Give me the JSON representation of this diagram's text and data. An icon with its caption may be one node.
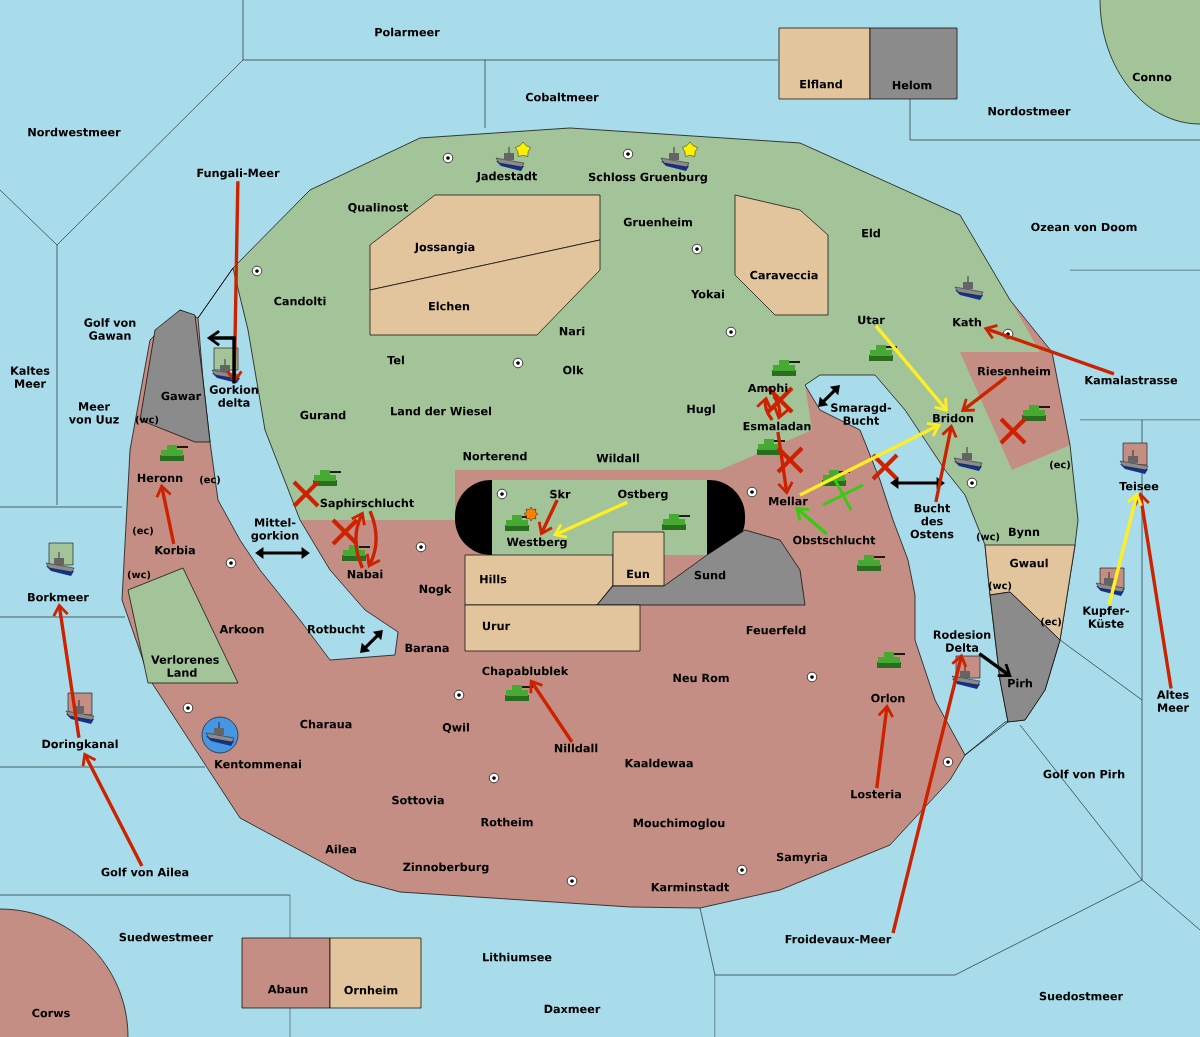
{
  "diagram": {
    "nodes": [
      {
        "text": [
          "Polarmeer"
        ]
      },
      {
        "text": [
          "Cobaltmeer"
        ]
      },
      {
        "text": [
          "Elfland"
        ]
      },
      {
        "text": [
          "Helom"
        ]
      },
      {
        "text": [
          "Conno"
        ]
      },
      {
        "text": [
          "Nordwestmeer"
        ]
      },
      {
        "text": [
          "Nordostmeer"
        ]
      },
      {
        "text": [
          "Fungali-Meer"
        ]
      },
      {
        "text": [
          "Jadestadt"
        ]
      },
      {
        "text": [
          "Schloss Gruenburg"
        ]
      },
      {
        "text": [
          "Qualinost"
        ]
      },
      {
        "text": [
          "Gruenheim"
        ]
      },
      {
        "text": [
          "Eld"
        ]
      },
      {
        "text": [
          "Ozean von Doom"
        ]
      },
      {
        "text": [
          "Jossangia"
        ]
      },
      {
        "text": [
          "Caraveccia"
        ]
      },
      {
        "text": [
          "Yokai"
        ]
      },
      {
        "text": [
          "Candolti"
        ]
      },
      {
        "text": [
          "Elchen"
        ]
      },
      {
        "text": [
          "Golf von Gawan"
        ]
      },
      {
        "text": [
          "Utar"
        ]
      },
      {
        "text": [
          "Kath"
        ]
      },
      {
        "text": [
          "Nari"
        ]
      },
      {
        "text": [
          "Tel"
        ]
      },
      {
        "text": [
          "Olk"
        ]
      },
      {
        "text": [
          "Kaltes Meer"
        ]
      },
      {
        "text": [
          "Riesenheim"
        ]
      },
      {
        "text": [
          "Kamalastrasse"
        ]
      },
      {
        "text": [
          "Gawar"
        ]
      },
      {
        "text": [
          "Gorkion delta"
        ]
      },
      {
        "text": [
          "Amphi"
        ]
      },
      {
        "text": [
          "Meer von Uuz"
        ]
      },
      {
        "text": [
          "Gurand"
        ]
      },
      {
        "text": [
          "Land der Wiesel"
        ]
      },
      {
        "text": [
          "Hugl"
        ]
      },
      {
        "text": [
          "Smaragd-Bucht"
        ]
      },
      {
        "text": [
          "Bridon"
        ]
      },
      {
        "text": [
          "Esmaladan"
        ]
      },
      {
        "text": [
          "Norterend"
        ]
      },
      {
        "text": [
          "Wildall"
        ]
      },
      {
        "text": [
          "Heronn"
        ]
      },
      {
        "text": [
          "Teisee"
        ]
      },
      {
        "text": [
          "Skr"
        ]
      },
      {
        "text": [
          "Ostberg"
        ]
      },
      {
        "text": [
          "Saphirschlucht"
        ]
      },
      {
        "text": [
          "Mellar"
        ]
      },
      {
        "text": [
          "Bucht des Ostens"
        ]
      },
      {
        "text": [
          "Mittel-gorkion"
        ]
      },
      {
        "text": [
          "Westberg"
        ]
      },
      {
        "text": [
          "Obstschlucht"
        ]
      },
      {
        "text": [
          "Bynn"
        ]
      },
      {
        "text": [
          "Korbia"
        ]
      },
      {
        "text": [
          "Nabai"
        ]
      },
      {
        "text": [
          "Hills"
        ]
      },
      {
        "text": [
          "Eun"
        ]
      },
      {
        "text": [
          "Sund"
        ]
      },
      {
        "text": [
          "Gwaul"
        ]
      },
      {
        "text": [
          "Nogk"
        ]
      },
      {
        "text": [
          "Borkmeer"
        ]
      },
      {
        "text": [
          "Kupfer-Küste"
        ]
      },
      {
        "text": [
          "Arkoon"
        ]
      },
      {
        "text": [
          "Rotbucht"
        ]
      },
      {
        "text": [
          "Urur"
        ]
      },
      {
        "text": [
          "Feuerfeld"
        ]
      },
      {
        "text": [
          "Rodesion Delta"
        ]
      },
      {
        "text": [
          "Barana"
        ]
      },
      {
        "text": [
          "Verlorenes Land"
        ]
      },
      {
        "text": [
          "Chapablublek"
        ]
      },
      {
        "text": [
          "Neu Rom"
        ]
      },
      {
        "text": [
          "Pirh"
        ]
      },
      {
        "text": [
          "Orlon"
        ]
      },
      {
        "text": [
          "Altes Meer"
        ]
      },
      {
        "text": [
          "Charaua"
        ]
      },
      {
        "text": [
          "Qwil"
        ]
      },
      {
        "text": [
          "Doringkanal"
        ]
      },
      {
        "text": [
          "Nilldall"
        ]
      },
      {
        "text": [
          "Kentommenai"
        ]
      },
      {
        "text": [
          "Kaaldewaa"
        ]
      },
      {
        "text": [
          "Golf von Pirh"
        ]
      },
      {
        "text": [
          "Losteria"
        ]
      },
      {
        "text": [
          "Sottovia"
        ]
      },
      {
        "text": [
          "Rotheim"
        ]
      },
      {
        "text": [
          "Mouchimoglou"
        ]
      },
      {
        "text": [
          "Ailea"
        ]
      },
      {
        "text": [
          "Samyria"
        ]
      },
      {
        "text": [
          "Golf von Ailea"
        ]
      },
      {
        "text": [
          "Zinnoberburg"
        ]
      },
      {
        "text": [
          "Karminstadt"
        ]
      },
      {
        "text": [
          "Suedwestmeer"
        ]
      },
      {
        "text": [
          "Froidevaux-Meer"
        ]
      },
      {
        "text": [
          "Lithiumsee"
        ]
      },
      {
        "text": [
          "Abaun"
        ]
      },
      {
        "text": [
          "Ornheim"
        ]
      },
      {
        "text": [
          "Suedostmeer"
        ]
      },
      {
        "text": [
          "Daxmeer"
        ]
      },
      {
        "text": [
          "Corws"
        ]
      }
    ],
    "edges": [
      {
        "from": 7,
        "to": 29,
        "arrow": "to"
      },
      {
        "from": 29,
        "to": 28,
        "arrow": "to",
        "color": "#000000"
      },
      {
        "from": 51,
        "to": 40,
        "arrow": "to"
      },
      {
        "from": 74,
        "to": 58,
        "arrow": "to"
      },
      {
        "from": 85,
        "to": 74,
        "arrow": "to"
      },
      {
        "from": 52,
        "to": 44,
        "arrow": "to"
      },
      {
        "from": 44,
        "to": 52,
        "arrow": "to"
      },
      {
        "from": 37,
        "to": 30,
        "arrow": "to"
      },
      {
        "from": 30,
        "to": 37,
        "arrow": "to"
      },
      {
        "from": 37,
        "to": 45,
        "arrow": "to"
      },
      {
        "from": 49,
        "to": 45,
        "arrow": "to",
        "color": "#33cc11"
      },
      {
        "from": 20,
        "to": 36,
        "arrow": "to",
        "color": "#ffee22"
      },
      {
        "from": 45,
        "to": 36,
        "arrow": "to",
        "color": "#ffee22"
      },
      {
        "from": 26,
        "to": 36,
        "arrow": "to"
      },
      {
        "from": 46,
        "to": 36,
        "arrow": "to"
      },
      {
        "from": 27,
        "to": 21,
        "arrow": "to"
      },
      {
        "from": 71,
        "to": 41,
        "arrow": "to"
      },
      {
        "from": 59,
        "to": 41,
        "arrow": "to",
        "color": "#ffee22"
      },
      {
        "from": 79,
        "to": 70,
        "arrow": "to"
      },
      {
        "from": 89,
        "to": 64,
        "arrow": "to"
      },
      {
        "from": 75,
        "to": 67,
        "arrow": "to"
      },
      {
        "from": 42,
        "to": 48,
        "arrow": "to"
      },
      {
        "from": 43,
        "to": 48,
        "arrow": "to",
        "color": "#ffee22"
      },
      {
        "from": 64,
        "to": 69,
        "arrow": "to",
        "color": "#000000"
      }
    ],
    "labels": [
      "(wc)",
      "(ec)",
      "(ec)",
      "(ec)",
      "(wc)",
      "(wc)",
      "(wc)",
      "(ec)"
    ]
  }
}
